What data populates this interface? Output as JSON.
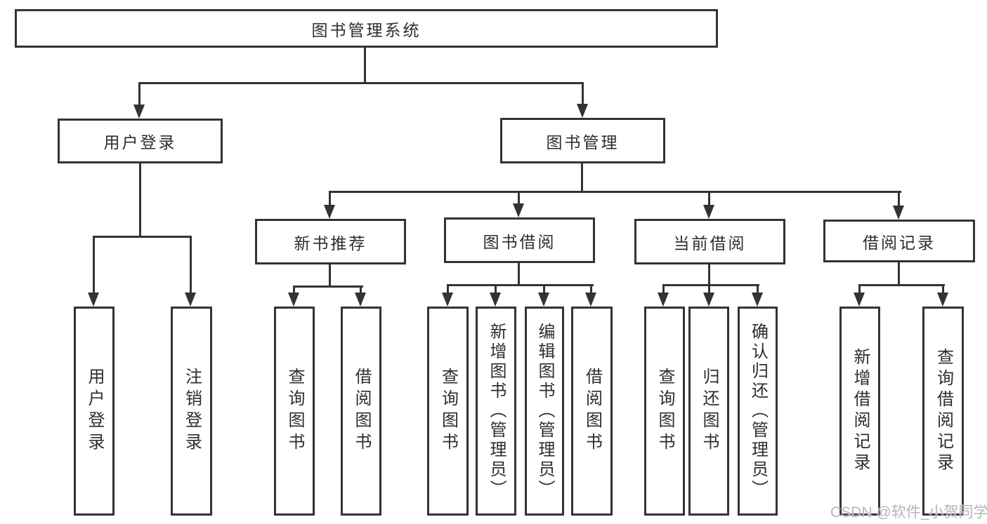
{
  "tree": {
    "label": "图书管理系统",
    "children": [
      {
        "label": "用户登录",
        "children": [
          {
            "label": "用户登录"
          },
          {
            "label": "注销登录"
          }
        ]
      },
      {
        "label": "图书管理",
        "children": [
          {
            "label": "新书推荐",
            "children": [
              {
                "label": "查询图书"
              },
              {
                "label": "借阅图书"
              }
            ]
          },
          {
            "label": "图书借阅",
            "children": [
              {
                "label": "查询图书"
              },
              {
                "label": "新增图书（管理员）"
              },
              {
                "label": "编辑图书（管理员）"
              },
              {
                "label": "借阅图书"
              }
            ]
          },
          {
            "label": "当前借阅",
            "children": [
              {
                "label": "查询图书"
              },
              {
                "label": "归还图书"
              },
              {
                "label": "确认归还（管理员）"
              }
            ]
          },
          {
            "label": "借阅记录",
            "children": [
              {
                "label": "新增借阅记录"
              },
              {
                "label": "查询借阅记录"
              }
            ]
          }
        ]
      }
    ]
  },
  "watermark": {
    "text": "CSDN @软件_小贺同学"
  },
  "colors": {
    "line": "#333333",
    "text": "#2e2e2e",
    "background": "#ffffff",
    "watermark": "#b5b5b5"
  }
}
